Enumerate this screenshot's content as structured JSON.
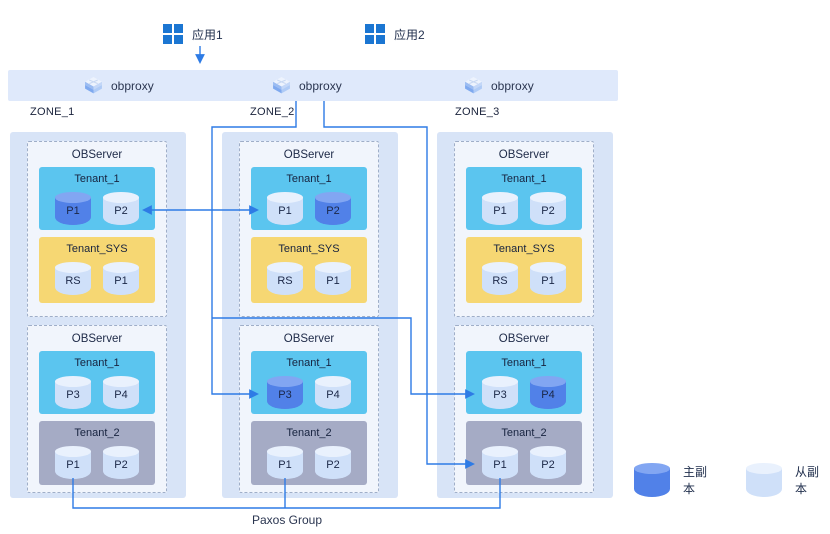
{
  "apps": [
    {
      "label": "应用1"
    },
    {
      "label": "应用2"
    }
  ],
  "proxies": [
    {
      "label": "obproxy"
    },
    {
      "label": "obproxy"
    },
    {
      "label": "obproxy"
    }
  ],
  "zones": [
    {
      "label": "ZONE_1",
      "servers": [
        {
          "title": "OBServer",
          "tenants": [
            {
              "name": "Tenant_1",
              "type": "tenant-user1",
              "partitions": [
                {
                  "label": "P1",
                  "replica": "primary"
                },
                {
                  "label": "P2",
                  "replica": "follower"
                }
              ]
            },
            {
              "name": "Tenant_SYS",
              "type": "tenant-sys",
              "partitions": [
                {
                  "label": "RS",
                  "replica": "follower"
                },
                {
                  "label": "P1",
                  "replica": "follower"
                }
              ]
            }
          ]
        },
        {
          "title": "OBServer",
          "tenants": [
            {
              "name": "Tenant_1",
              "type": "tenant-user1",
              "partitions": [
                {
                  "label": "P3",
                  "replica": "follower"
                },
                {
                  "label": "P4",
                  "replica": "follower"
                }
              ]
            },
            {
              "name": "Tenant_2",
              "type": "tenant-user2",
              "partitions": [
                {
                  "label": "P1",
                  "replica": "follower"
                },
                {
                  "label": "P2",
                  "replica": "follower"
                }
              ]
            }
          ]
        }
      ]
    },
    {
      "label": "ZONE_2",
      "servers": [
        {
          "title": "OBServer",
          "tenants": [
            {
              "name": "Tenant_1",
              "type": "tenant-user1",
              "partitions": [
                {
                  "label": "P1",
                  "replica": "follower"
                },
                {
                  "label": "P2",
                  "replica": "primary"
                }
              ]
            },
            {
              "name": "Tenant_SYS",
              "type": "tenant-sys",
              "partitions": [
                {
                  "label": "RS",
                  "replica": "follower"
                },
                {
                  "label": "P1",
                  "replica": "follower"
                }
              ]
            }
          ]
        },
        {
          "title": "OBServer",
          "tenants": [
            {
              "name": "Tenant_1",
              "type": "tenant-user1",
              "partitions": [
                {
                  "label": "P3",
                  "replica": "primary"
                },
                {
                  "label": "P4",
                  "replica": "follower"
                }
              ]
            },
            {
              "name": "Tenant_2",
              "type": "tenant-user2",
              "partitions": [
                {
                  "label": "P1",
                  "replica": "follower"
                },
                {
                  "label": "P2",
                  "replica": "follower"
                }
              ]
            }
          ]
        }
      ]
    },
    {
      "label": "ZONE_3",
      "servers": [
        {
          "title": "OBServer",
          "tenants": [
            {
              "name": "Tenant_1",
              "type": "tenant-user1",
              "partitions": [
                {
                  "label": "P1",
                  "replica": "follower"
                },
                {
                  "label": "P2",
                  "replica": "follower"
                }
              ]
            },
            {
              "name": "Tenant_SYS",
              "type": "tenant-sys",
              "partitions": [
                {
                  "label": "RS",
                  "replica": "follower"
                },
                {
                  "label": "P1",
                  "replica": "follower"
                }
              ]
            }
          ]
        },
        {
          "title": "OBServer",
          "tenants": [
            {
              "name": "Tenant_1",
              "type": "tenant-user1",
              "partitions": [
                {
                  "label": "P3",
                  "replica": "follower"
                },
                {
                  "label": "P4",
                  "replica": "primary"
                }
              ]
            },
            {
              "name": "Tenant_2",
              "type": "tenant-user2",
              "partitions": [
                {
                  "label": "P1",
                  "replica": "follower"
                },
                {
                  "label": "P2",
                  "replica": "follower"
                }
              ]
            }
          ]
        }
      ]
    }
  ],
  "paxos_label": "Paxos Group",
  "legend": [
    {
      "label": "主副本",
      "replica": "primary"
    },
    {
      "label": "从副本",
      "replica": "follower"
    }
  ],
  "colors": {
    "line_blue": "#2E7BE5",
    "proxy_bar_bg": "#DFE9FB",
    "zone_bg": "#D8E4F7",
    "observer_bg": "#F1F5FC",
    "tenant_user1_bg": "#5BC5EF",
    "tenant_sys_bg": "#F6D773",
    "tenant_user2_bg": "#A5ABC5",
    "cyl_primary": "#5181E8",
    "cyl_primary_top": "#82A6F2",
    "cyl_follower": "#CFE0F9",
    "cyl_follower_top": "#E9F1FD",
    "app_icon_blue": "#1B76D2"
  }
}
